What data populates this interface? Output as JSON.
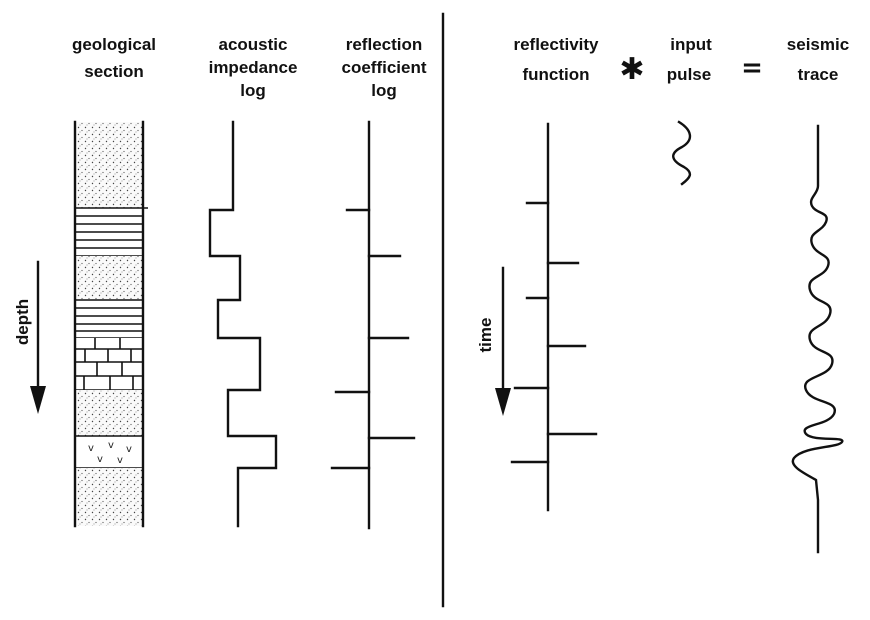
{
  "headers": {
    "geological_section": [
      "geological",
      "section"
    ],
    "acoustic_impedance_log": [
      "acoustic",
      "impedance",
      "log"
    ],
    "reflection_coefficient_log": [
      "reflection",
      "coefficient",
      "log"
    ],
    "reflectivity_function": [
      "reflectivity",
      "function"
    ],
    "input_pulse": [
      "input",
      "pulse"
    ],
    "seismic_trace": [
      "seismic",
      "trace"
    ]
  },
  "operators": {
    "convolution": "✱",
    "equals": "="
  },
  "axes": {
    "depth": "depth",
    "time": "time"
  }
}
